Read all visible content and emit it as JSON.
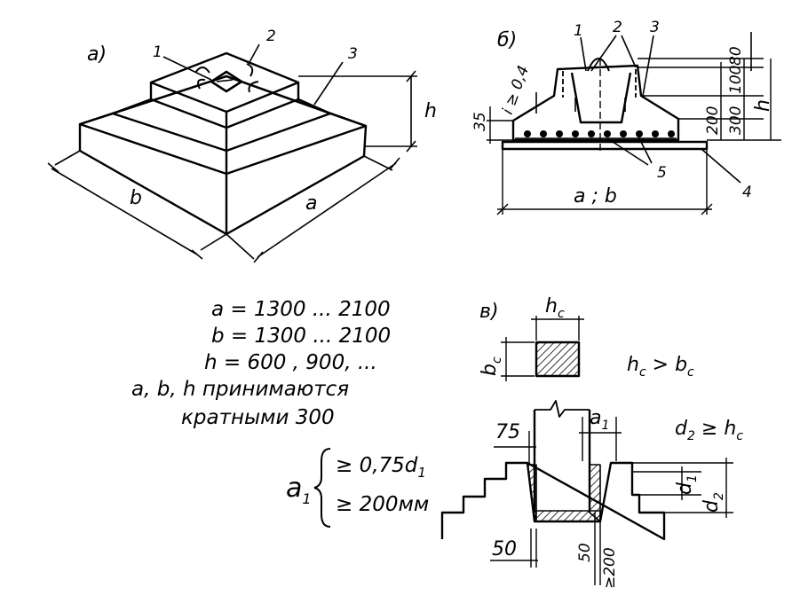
{
  "panels": {
    "a": {
      "label": "а)",
      "callouts": [
        "1",
        "2",
        "3"
      ],
      "dims": {
        "a": "a",
        "b": "b",
        "h": "h"
      }
    },
    "b": {
      "label": "б)",
      "callouts": [
        "1",
        "2",
        "3",
        "4",
        "5"
      ],
      "dims": {
        "slope": "i ≥ 0,4",
        "d35": "35",
        "d80": "80",
        "d100": "100",
        "d200": "200",
        "d300": "300",
        "h": "h",
        "ab": "a ; b"
      }
    },
    "c": {
      "label": "в)",
      "dims": {
        "hc": "h",
        "hc_sub": "c",
        "bc": "b",
        "bc_sub": "c",
        "d75": "75",
        "a1": "a",
        "a1_sub": "1",
        "d1": "d",
        "d1_sub": "1",
        "d2": "d",
        "d2_sub": "2",
        "d50": "50",
        "d50v": "50",
        "d200v": "≥200"
      }
    }
  },
  "notes": {
    "line1": "a = 1300 ... 2100",
    "line2": "b = 1300 ... 2100",
    "line3": "h = 600 , 900, ...",
    "line4": "a, b, h  принимаются",
    "line5": "кратными 300"
  },
  "a1_rule": {
    "name": "a",
    "name_sub": "1",
    "cond1": "≥ 0,75d",
    "cond1_sub": "1",
    "cond2": "≥ 200мм"
  },
  "relations": {
    "hc_gt_bc": {
      "l": "h",
      "l_sub": "c",
      "op": " > ",
      "r": "b",
      "r_sub": "c"
    },
    "d2_ge_hc": {
      "l": "d",
      "l_sub": "2",
      "op": " ≥ ",
      "r": "h",
      "r_sub": "c"
    }
  }
}
